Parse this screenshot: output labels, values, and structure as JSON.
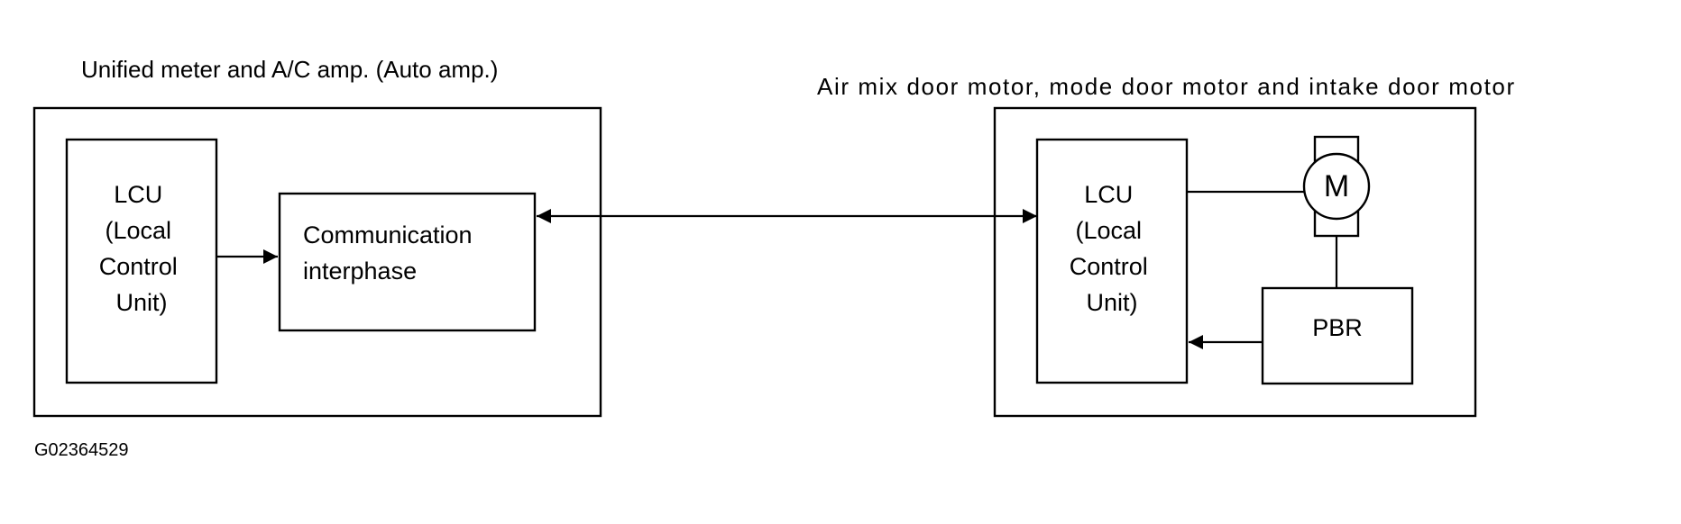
{
  "left_module": {
    "title": "Unified meter and A/C amp. (Auto amp.)",
    "lcu_lines": [
      "LCU",
      "(Local",
      "Control",
      "Unit)"
    ],
    "comm_lines": [
      "Communication",
      "interphase"
    ]
  },
  "right_module": {
    "title": "Air mix door motor, mode door motor and intake door motor",
    "lcu_lines": [
      "LCU",
      "(Local",
      "Control",
      "Unit)"
    ],
    "motor_symbol": "M",
    "pbr_label": "PBR"
  },
  "figure_id": "G02364529"
}
